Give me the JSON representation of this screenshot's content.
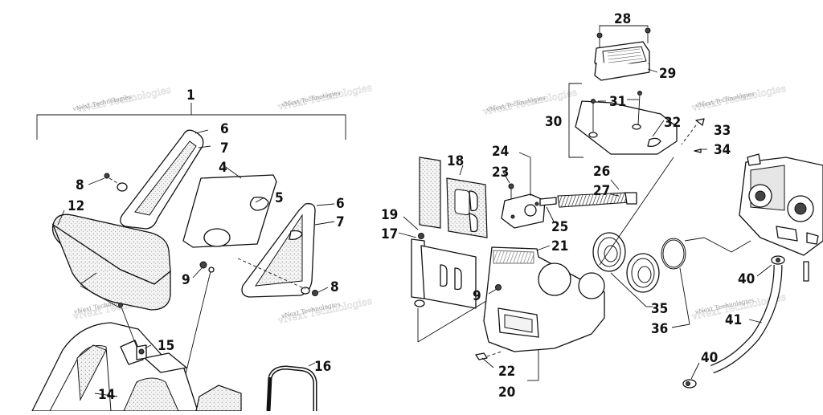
{
  "watermark": "vNext Technologies",
  "callouts": {
    "c1": "1",
    "c4": "4",
    "c5": "5",
    "c6a": "6",
    "c6b": "6",
    "c7a": "7",
    "c7b": "7",
    "c8a": "8",
    "c8b": "8",
    "c9a": "9",
    "c9b": "9",
    "c12": "12",
    "c14": "14",
    "c15": "15",
    "c16": "16",
    "c17": "17",
    "c18": "18",
    "c19": "19",
    "c20": "20",
    "c21": "21",
    "c22": "22",
    "c23": "23",
    "c24": "24",
    "c25": "25",
    "c26": "26",
    "c27": "27",
    "c28": "28",
    "c29": "29",
    "c30": "30",
    "c31": "31",
    "c32": "32",
    "c33": "33",
    "c34": "34",
    "c35": "35",
    "c36": "36",
    "c40a": "40",
    "c40b": "40",
    "c41": "41"
  }
}
